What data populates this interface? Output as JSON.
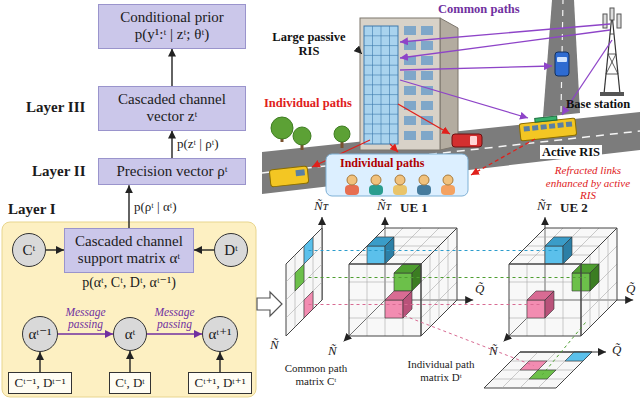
{
  "diagram": {
    "nodes": [
      {
        "text": [
          "Conditional prior",
          "p(y¹:ᵗ | zᵗ; θᵗ)"
        ]
      },
      {
        "text": [
          "Cascaded channel vector zᵗ"
        ]
      },
      {
        "text": [
          "Precision vector ρᵗ"
        ]
      },
      {
        "text": [
          "p(αᵗ, Cᵗ, Dᵗ, αᵗ⁻¹)"
        ]
      },
      {
        "text": [
          "Cascaded channel support matrix αᵗ"
        ],
        "in": 3
      },
      {
        "text": [
          "Cᵗ"
        ],
        "in": 3
      },
      {
        "text": [
          "Dᵗ"
        ],
        "in": 3
      },
      {
        "text": [
          "αᵗ⁻¹"
        ],
        "in": 3
      },
      {
        "text": [
          "αᵗ"
        ],
        "in": 3
      },
      {
        "text": [
          "αᵗ⁺¹"
        ],
        "in": 3
      },
      {
        "text": [
          "Cᵗ⁻¹, Dᵗ⁻¹"
        ],
        "in": 3
      },
      {
        "text": [
          "Cᵗ, Dᵗ"
        ],
        "in": 3
      },
      {
        "text": [
          "Cᵗ⁺¹, Dᵗ⁺¹"
        ],
        "in": 3
      }
    ],
    "edges": [
      {
        "from": 1,
        "to": 0,
        "arrow": "to"
      },
      {
        "from": 2,
        "to": 1,
        "arrow": "to",
        "label": "p(zᵗ | ρᵗ)"
      },
      {
        "from": 4,
        "to": 2,
        "arrow": "to",
        "label": "p(ρᵗ | αᵗ)"
      },
      {
        "from": 5,
        "to": 4,
        "arrow": "to"
      },
      {
        "from": 6,
        "to": 4,
        "arrow": "to"
      },
      {
        "from": 7,
        "to": 8,
        "arrow": "to",
        "label": "Message passing"
      },
      {
        "from": 8,
        "to": 9,
        "arrow": "to",
        "label": "Message passing"
      },
      {
        "from": 10,
        "to": 7,
        "arrow": "to"
      },
      {
        "from": 11,
        "to": 8,
        "arrow": "to"
      },
      {
        "from": 12,
        "to": 9,
        "arrow": "to"
      }
    ],
    "labels": [
      "Layer III",
      "Layer II",
      "Layer I",
      "Large passive RIS",
      "Common paths",
      "Individual paths",
      "Base station",
      "Active RIS",
      "Individual paths",
      "Refracted links enhanced by active RIS",
      "UE 1",
      "UE 2",
      "Ñᴛ",
      "Ñᴛ",
      "Ñᴛ",
      "Q̃",
      "Q̃",
      "Q̃",
      "Ñ",
      "Ñ",
      "Ñ",
      "Common path matrix Cᵗ",
      "Individual path matrix Dᵗ"
    ]
  }
}
